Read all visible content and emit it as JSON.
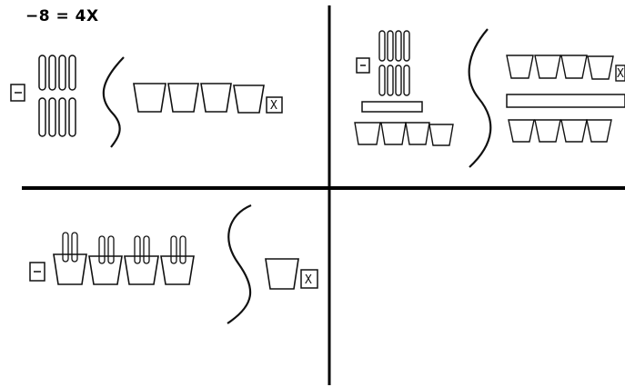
{
  "equation": "−8 = 4X",
  "colors": {
    "ink": "#111111",
    "divider": "#000000",
    "background": "#ffffff"
  },
  "icons": [
    "negative-unit-tile",
    "cup-icon",
    "x-label-box",
    "string-divider",
    "balance-bar"
  ],
  "panels": [
    {
      "id": "top-left",
      "negative_tiles": 8,
      "cups": 4,
      "cups_with_tiles": 0,
      "bars": 0
    },
    {
      "id": "top-right",
      "negative_tiles": 8,
      "cups": 4,
      "cups_on_right": 8,
      "bars": 2
    },
    {
      "id": "bottom-left",
      "negative_tiles": 8,
      "cups": 4,
      "cups_with_tiles": 4,
      "cups_on_right": 1
    },
    {
      "id": "bottom-right",
      "empty": true
    }
  ],
  "labels": {
    "negative": "−",
    "variable": "X"
  }
}
